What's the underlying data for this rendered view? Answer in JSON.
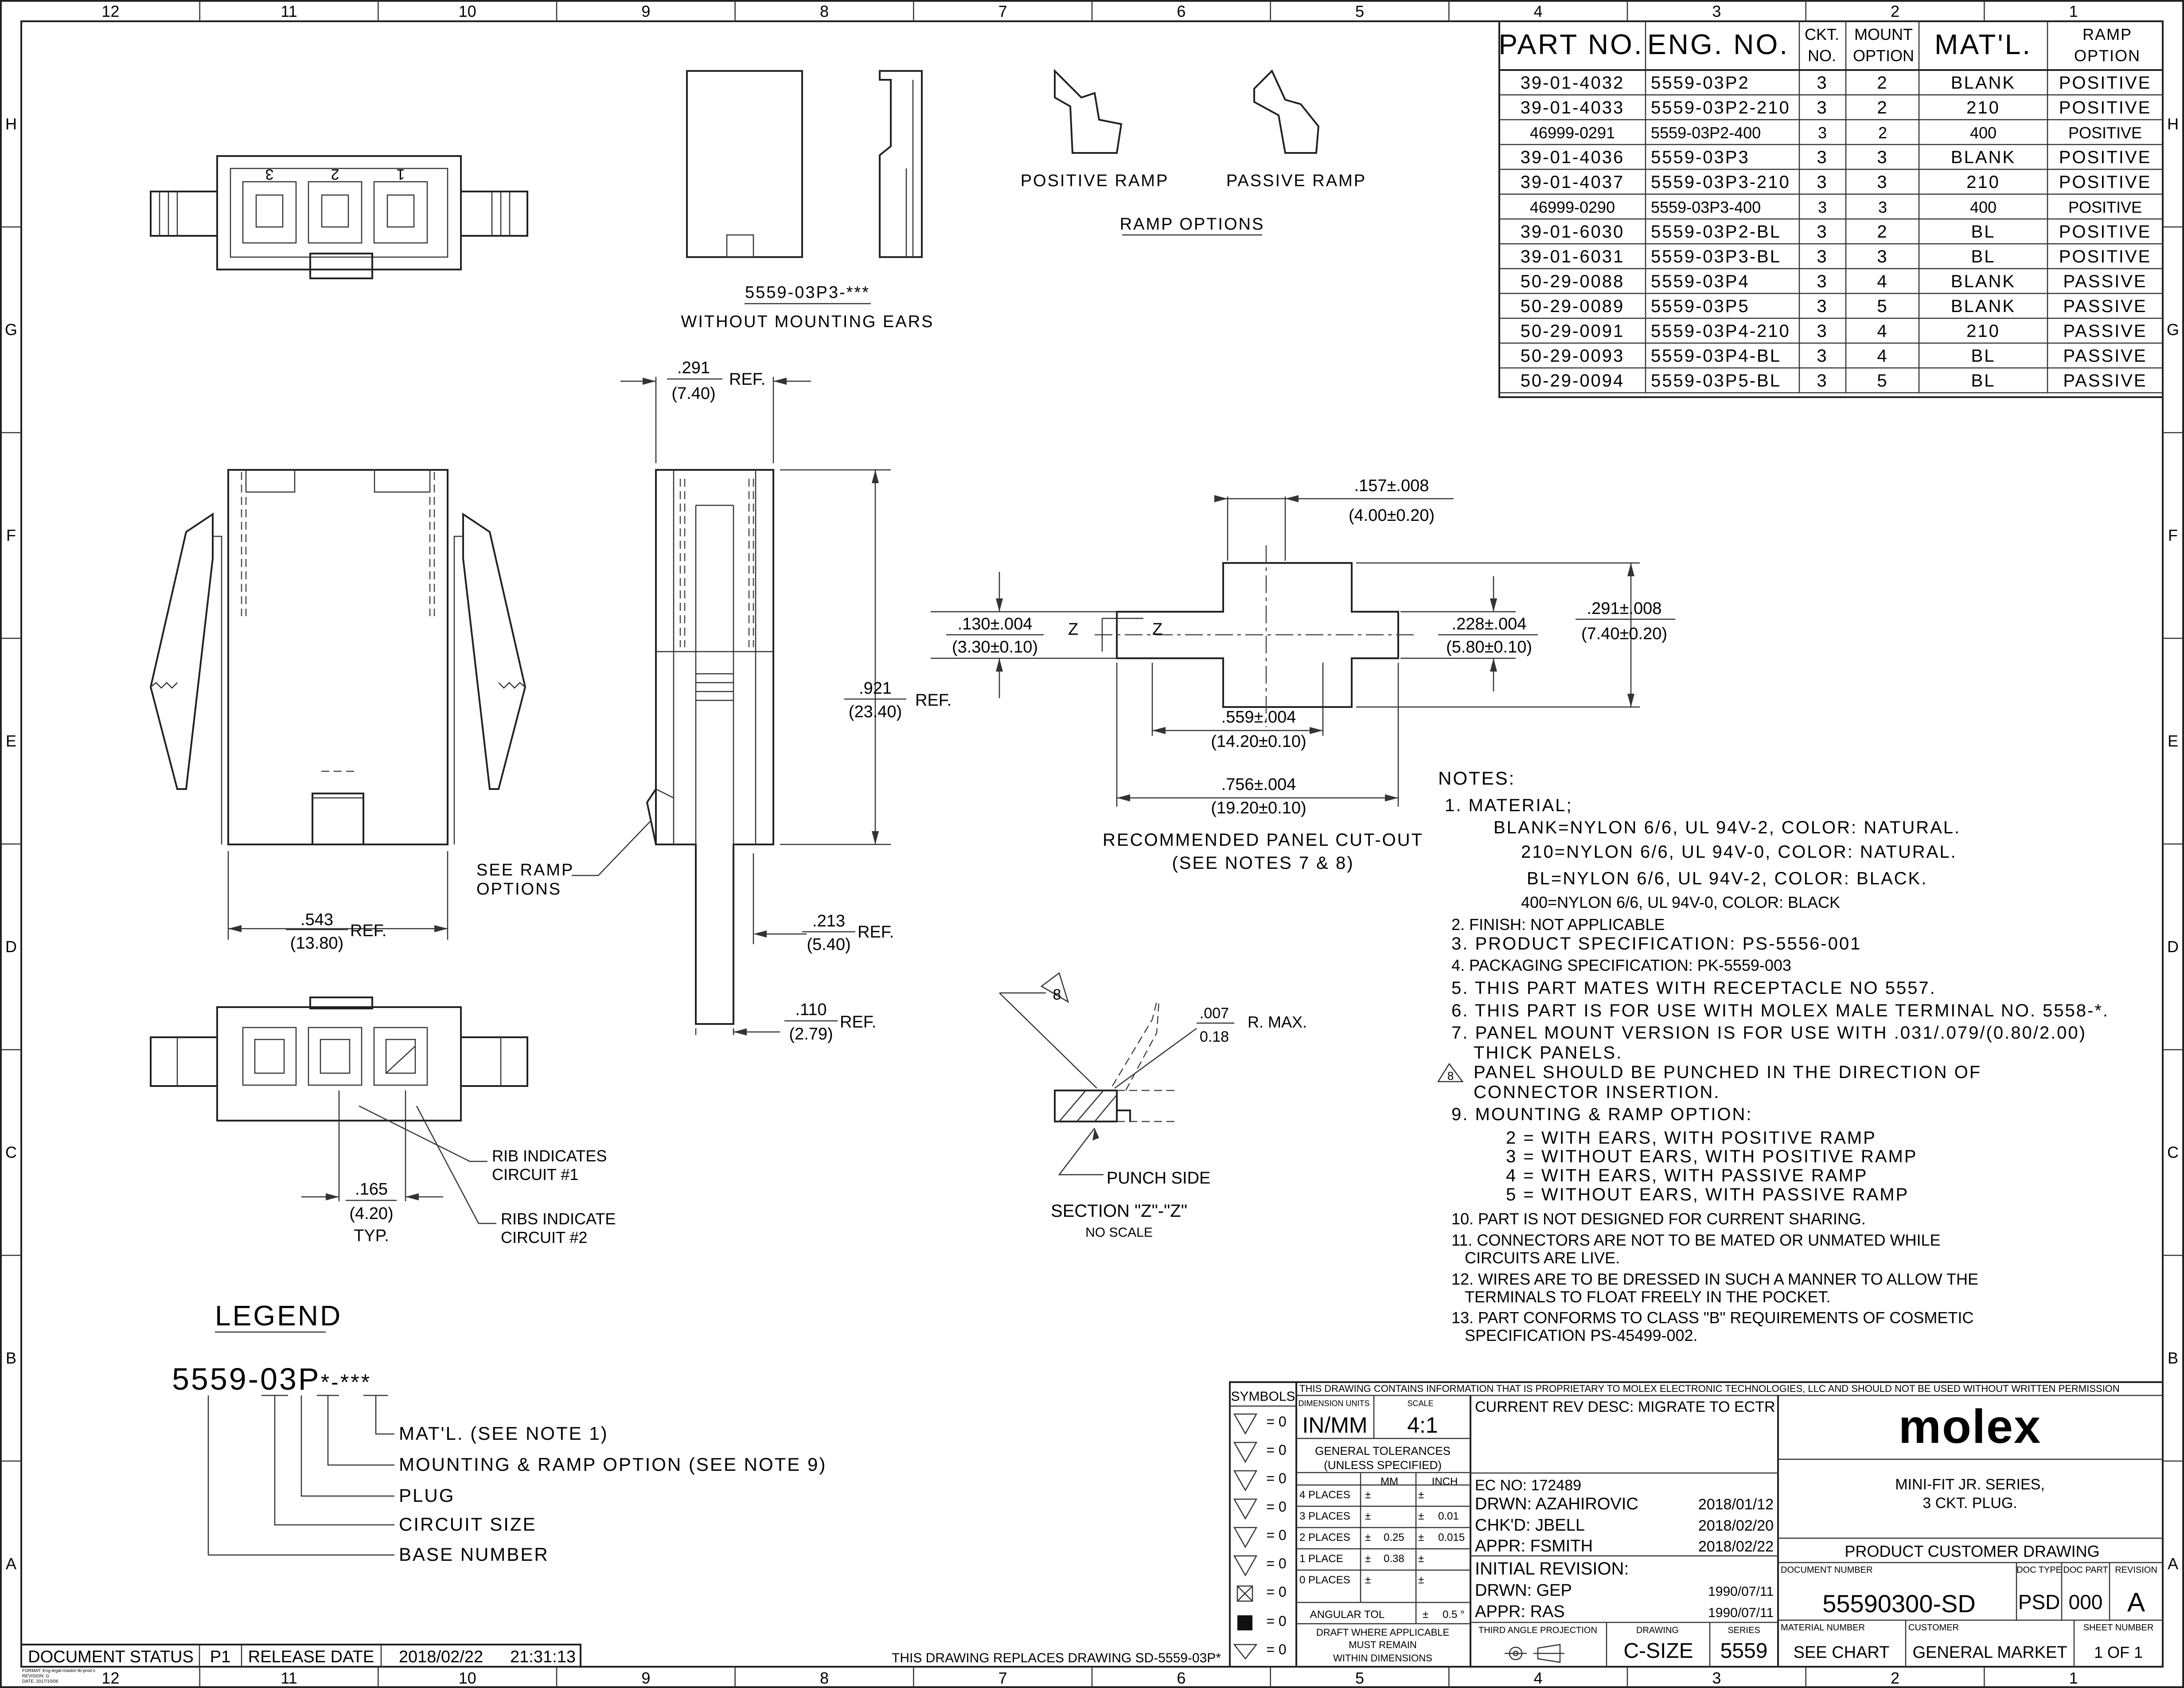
{
  "zones": {
    "cols": [
      "12",
      "11",
      "10",
      "9",
      "8",
      "7",
      "6",
      "5",
      "4",
      "3",
      "2",
      "1"
    ],
    "rows": [
      "H",
      "G",
      "F",
      "E",
      "D",
      "C",
      "B",
      "A"
    ]
  },
  "parts_table": {
    "headers": [
      "PART NO.",
      "ENG. NO.",
      "CKT.",
      "NO.",
      "MOUNT",
      "OPTION",
      "MAT'L.",
      "RAMP",
      "OPTION"
    ],
    "rows": [
      [
        "39-01-4032",
        "5559-03P2",
        "3",
        "2",
        "BLANK",
        "POSITIVE"
      ],
      [
        "39-01-4033",
        "5559-03P2-210",
        "3",
        "2",
        "210",
        "POSITIVE"
      ],
      [
        "46999-0291",
        "5559-03P2-400",
        "3",
        "2",
        "400",
        "POSITIVE"
      ],
      [
        "39-01-4036",
        "5559-03P3",
        "3",
        "3",
        "BLANK",
        "POSITIVE"
      ],
      [
        "39-01-4037",
        "5559-03P3-210",
        "3",
        "3",
        "210",
        "POSITIVE"
      ],
      [
        "46999-0290",
        "5559-03P3-400",
        "3",
        "3",
        "400",
        "POSITIVE"
      ],
      [
        "39-01-6030",
        "5559-03P2-BL",
        "3",
        "2",
        "BL",
        "POSITIVE"
      ],
      [
        "39-01-6031",
        "5559-03P3-BL",
        "3",
        "3",
        "BL",
        "POSITIVE"
      ],
      [
        "50-29-0088",
        "5559-03P4",
        "3",
        "4",
        "BLANK",
        "PASSIVE"
      ],
      [
        "50-29-0089",
        "5559-03P5",
        "3",
        "5",
        "BLANK",
        "PASSIVE"
      ],
      [
        "50-29-0091",
        "5559-03P4-210",
        "3",
        "4",
        "210",
        "PASSIVE"
      ],
      [
        "50-29-0093",
        "5559-03P4-BL",
        "3",
        "4",
        "BL",
        "PASSIVE"
      ],
      [
        "50-29-0094",
        "5559-03P5-BL",
        "3",
        "5",
        "BL",
        "PASSIVE"
      ]
    ]
  },
  "views": {
    "cavity_numbers": [
      "3",
      "2",
      "1"
    ],
    "no_ears_part": "5559-03P3-***",
    "no_ears_caption": "WITHOUT MOUNTING EARS",
    "positive_ramp": "POSITIVE RAMP",
    "passive_ramp": "PASSIVE RAMP",
    "ramp_options": "RAMP OPTIONS",
    "dim_291_in": ".291",
    "dim_291_mm": "(7.40)",
    "ref": "REF.",
    "dim_921_in": ".921",
    "dim_921_mm": "(23.40)",
    "dim_543_in": ".543",
    "dim_543_mm": "(13.80)",
    "dim_213_in": ".213",
    "dim_213_mm": "(5.40)",
    "dim_110_in": ".110",
    "dim_110_mm": "(2.79)",
    "see_ramp_1": "SEE RAMP",
    "see_ramp_2": "OPTIONS",
    "panel_157_in": ".157±.008",
    "panel_157_mm": "(4.00±0.20)",
    "panel_130_in": ".130±.004",
    "panel_130_mm": "(3.30±0.10)",
    "panel_228_in": ".228±.004",
    "panel_228_mm": "(5.80±0.10)",
    "panel_291_in": ".291±.008",
    "panel_291_mm": "(7.40±0.20)",
    "panel_559_in": ".559±.004",
    "panel_559_mm": "(14.20±0.10)",
    "panel_756_in": ".756±.004",
    "panel_756_mm": "(19.20±0.10)",
    "z": "Z",
    "panel_caption_1": "RECOMMENDED PANEL CUT-OUT",
    "panel_caption_2": "(SEE NOTES 7 & 8)",
    "sec_note_num": "8",
    "sec_radius_in": ".007",
    "sec_radius_mm": "0.18",
    "sec_rmax": "R. MAX.",
    "punch_side": "PUNCH SIDE",
    "section_title": "SECTION \"Z\"-\"Z\"",
    "no_scale": "NO SCALE",
    "rib_1a": "RIB INDICATES",
    "rib_1b": "CIRCUIT #1",
    "rib_2a": "RIBS INDICATE",
    "rib_2b": "CIRCUIT #2",
    "dim_165_in": ".165",
    "dim_165_mm": "(4.20)",
    "typ": "TYP."
  },
  "legend": {
    "title": "LEGEND",
    "code_a": "5559-03P",
    "code_b": "*-***",
    "items": [
      "MAT'L. (SEE NOTE 1)",
      "MOUNTING & RAMP OPTION (SEE NOTE 9)",
      "PLUG",
      "CIRCUIT SIZE",
      "BASE NUMBER"
    ]
  },
  "notes": {
    "title": "NOTES:",
    "lines": [
      "1. MATERIAL;",
      "BLANK=NYLON 6/6, UL 94V-2, COLOR: NATURAL.",
      "210=NYLON 6/6, UL 94V-0, COLOR: NATURAL.",
      "BL=NYLON 6/6, UL 94V-2, COLOR: BLACK.",
      "400=NYLON 6/6, UL 94V-0, COLOR: BLACK",
      "2. FINISH: NOT APPLICABLE",
      "3. PRODUCT SPECIFICATION: PS-5556-001",
      "4. PACKAGING SPECIFICATION: PK-5559-003",
      "5. THIS PART MATES WITH RECEPTACLE NO 5557.",
      "6. THIS PART IS FOR USE WITH MOLEX MALE TERMINAL NO. 5558-*.",
      "7. PANEL MOUNT VERSION IS FOR USE WITH .031/.079/(0.80/2.00)",
      "THICK PANELS.",
      "PANEL SHOULD BE PUNCHED IN THE DIRECTION OF",
      "CONNECTOR INSERTION.",
      "9. MOUNTING & RAMP OPTION:",
      "2 = WITH EARS, WITH POSITIVE RAMP",
      "3 = WITHOUT EARS, WITH POSITIVE RAMP",
      "4 = WITH EARS, WITH PASSIVE RAMP",
      "5 = WITHOUT EARS, WITH PASSIVE RAMP",
      "10. PART IS NOT DESIGNED FOR CURRENT SHARING.",
      "11. CONNECTORS ARE NOT TO BE MATED OR UNMATED WHILE",
      "CIRCUITS ARE LIVE.",
      "12. WIRES ARE TO BE DRESSED IN SUCH A MANNER TO ALLOW THE",
      "TERMINALS TO FLOAT FREELY IN THE POCKET.",
      "13. PART CONFORMS TO CLASS \"B\" REQUIREMENTS OF COSMETIC",
      "SPECIFICATION PS-45499-002."
    ],
    "flag_8": "8"
  },
  "title_block": {
    "proprietary": "THIS DRAWING CONTAINS INFORMATION THAT IS PROPRIETARY TO MOLEX ELECTRONIC TECHNOLOGIES, LLC AND SHOULD NOT BE USED WITHOUT WRITTEN PERMISSION",
    "symbols": "SYMBOLS",
    "symbol_eq": "= 0",
    "dimension_units_label": "DIMENSION UNITS",
    "dimension_units": "IN/MM",
    "scale_label": "SCALE",
    "scale": "4:1",
    "gen_tol_1": "GENERAL TOLERANCES",
    "gen_tol_2": "(UNLESS SPECIFIED)",
    "mm": "MM",
    "inch": "INCH",
    "tolerances": [
      [
        "4 PLACES",
        "±",
        "",
        "±",
        ""
      ],
      [
        "3 PLACES",
        "±",
        "",
        "±",
        "0.01"
      ],
      [
        "2 PLACES",
        "±",
        "0.25",
        "±",
        "0.015"
      ],
      [
        "1 PLACE",
        "±",
        "0.38",
        "±",
        ""
      ],
      [
        "0 PLACES",
        "±",
        "",
        "±",
        ""
      ]
    ],
    "angular_tol": "ANGULAR TOL",
    "angular_pm": "±",
    "angular_value": "0.5 °",
    "draft_1": "DRAFT WHERE APPLICABLE",
    "draft_2": "MUST REMAIN",
    "draft_3": "WITHIN DIMENSIONS",
    "current_rev": "CURRENT REV DESC: MIGRATE TO ECTR",
    "ec_no": "EC NO:  172489",
    "drwn": "DRWN:  AZAHIROVIC",
    "drwn_date": "2018/01/12",
    "chkd": "CHK'D:  JBELL",
    "chkd_date": "2018/02/20",
    "appr": "APPR:  FSMITH",
    "appr_date": "2018/02/22",
    "initial_rev": "INITIAL REVISION:",
    "init_drwn": "DRWN:  GEP",
    "init_drwn_date": "1990/07/11",
    "init_appr": "APPR:  RAS",
    "init_appr_date": "1990/07/11",
    "projection": "THIRD ANGLE PROJECTION",
    "drawing_label": "DRAWING",
    "drawing_size": "C-SIZE",
    "series_label": "SERIES",
    "series": "5559",
    "logo": "molex",
    "desc_1": "MINI-FIT JR. SERIES,",
    "desc_2": "3 CKT. PLUG.",
    "drawing_type": "PRODUCT CUSTOMER DRAWING",
    "doc_number_label": "DOCUMENT NUMBER",
    "doc_number": "55590300-SD",
    "doc_type_label": "DOC TYPE",
    "doc_type": "PSD",
    "doc_part_label": "DOC PART",
    "doc_part": "000",
    "revision_label": "REVISION",
    "revision": "A",
    "material_number_label": "MATERIAL NUMBER",
    "material_number": "SEE CHART",
    "customer_label": "CUSTOMER",
    "customer": "GENERAL MARKET",
    "sheet_label": "SHEET NUMBER",
    "sheet": "1 OF 1"
  },
  "status_bar": {
    "doc_status_label": "DOCUMENT STATUS",
    "doc_status": "P1",
    "release_label": "RELEASE DATE",
    "release_date": "2018/02/22",
    "release_time": "21:31:13",
    "replaces": "THIS DRAWING REPLACES DRAWING SD-5559-03P*",
    "fine_1": "FORMAT: Eng-legal-master-tb-prod-c",
    "fine_2": "REVISION: G",
    "fine_3": "DATE: 2017/10/06"
  }
}
